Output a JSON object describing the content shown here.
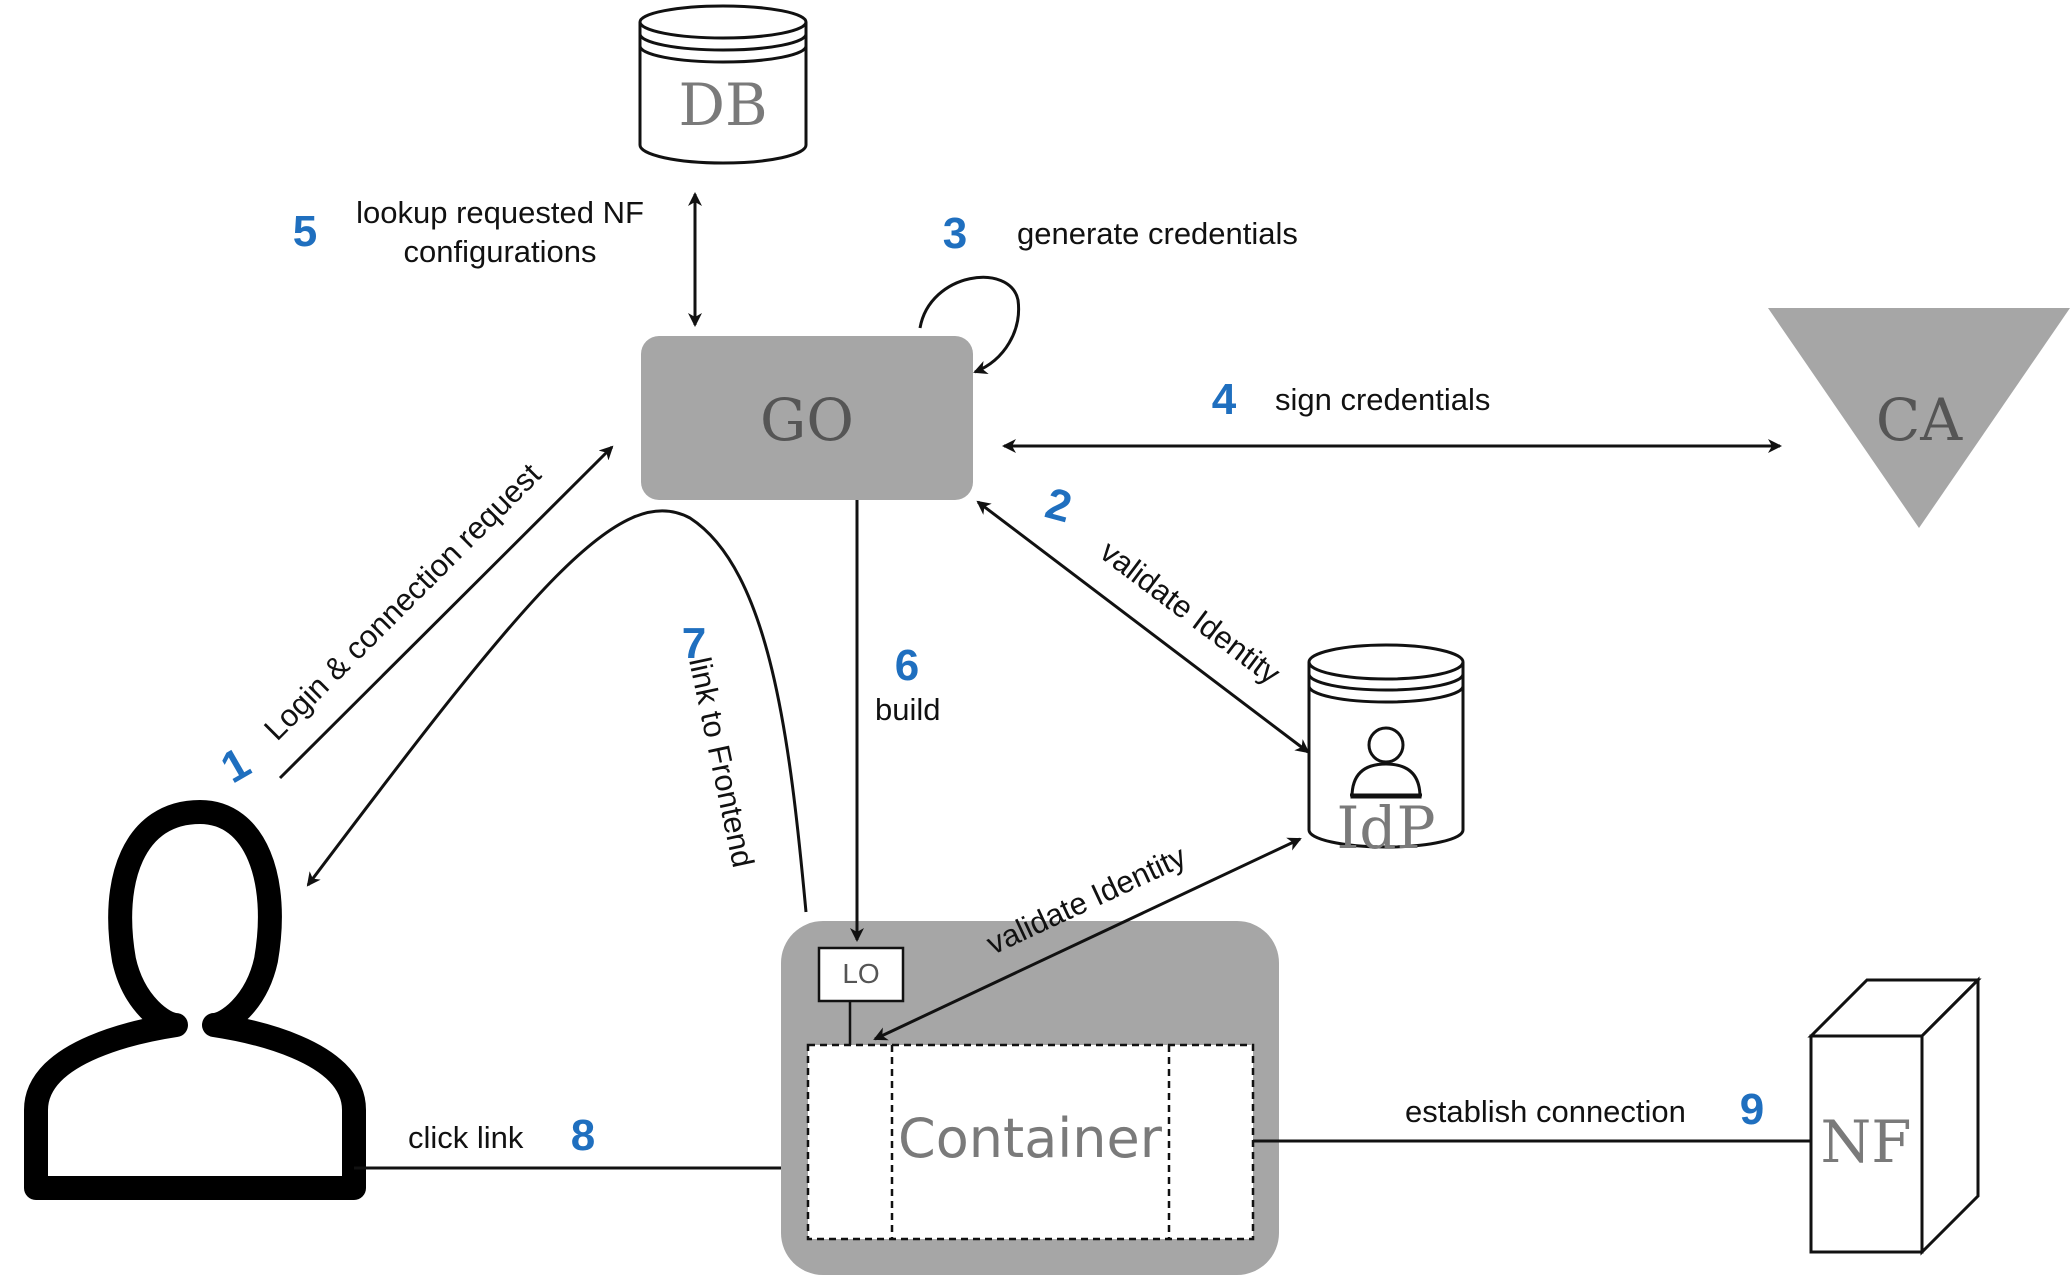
{
  "nodes": {
    "db": "DB",
    "go": "GO",
    "ca": "CA",
    "idp": "IdP",
    "lo": "LO",
    "container": "Container",
    "nf": "NF"
  },
  "steps": [
    {
      "number": "1",
      "label": "Login & connection request"
    },
    {
      "number": "2",
      "label": "validate Identity"
    },
    {
      "number": "3",
      "label": "generate credentials"
    },
    {
      "number": "4",
      "label": "sign credentials"
    },
    {
      "number": "5",
      "label_line1": "lookup requested NF",
      "label_line2": "configurations"
    },
    {
      "number": "6",
      "label": "build"
    },
    {
      "number": "7",
      "label": "link to Frontend"
    },
    {
      "number": "8",
      "label": "click link"
    },
    {
      "number": "9",
      "label": "establish connection"
    }
  ],
  "extra_labels": {
    "container_validate": "validate Identity"
  },
  "colors": {
    "node_fill": "#a6a6a6",
    "step_number": "#1f6fbf",
    "line": "#111111"
  }
}
